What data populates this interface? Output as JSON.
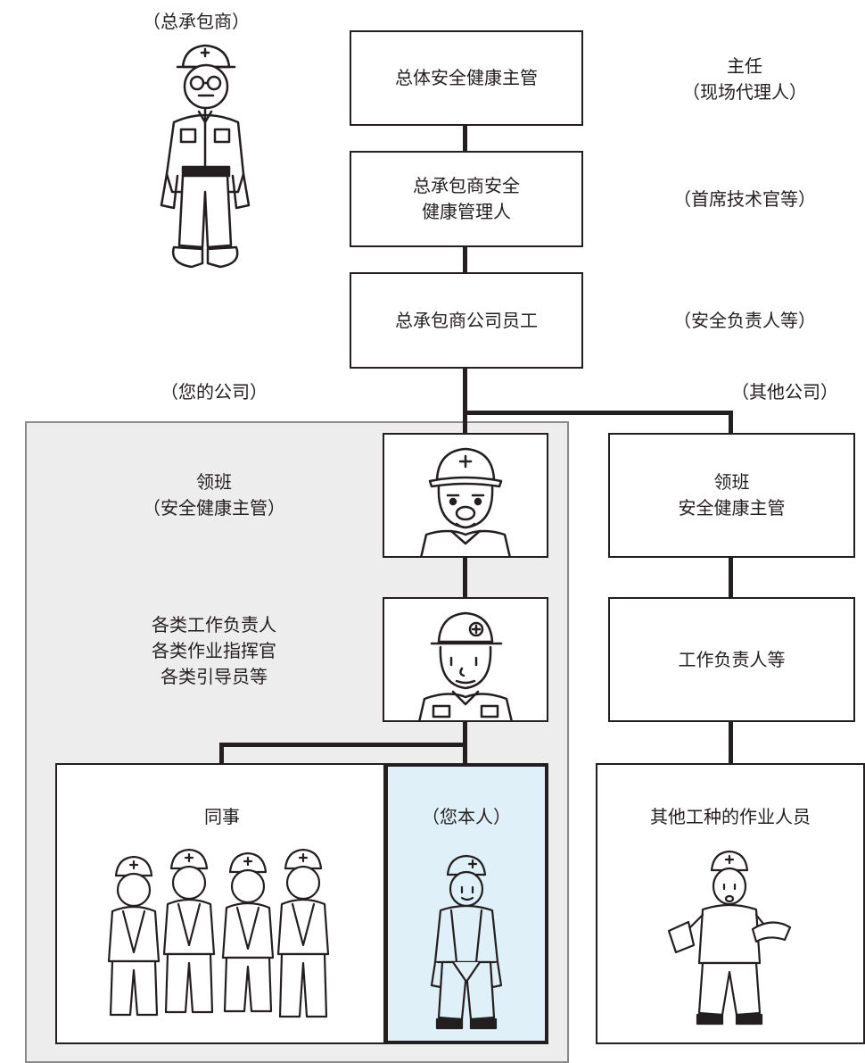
{
  "colors": {
    "line": "#231f20",
    "own_company_bg": "#ededed",
    "self_highlight": "#dff0f9"
  },
  "labels": {
    "general_contractor": "（总承包商）",
    "your_company": "（您的公司）",
    "other_company": "（其他公司）"
  },
  "hierarchy": {
    "top": {
      "text": "总体安全健康主管",
      "side": "主任\n（现场代理人）"
    },
    "manager": {
      "text": "总承包商安全\n健康管理人",
      "side": "（首席技术官等）"
    },
    "staff": {
      "text": "总承包商公司员工",
      "side": "（安全负责人等）"
    }
  },
  "own_company": {
    "foreman": "领班\n（安全健康主管）",
    "leaders": "各类工作负责人\n各类作业指挥官\n各类引导员等",
    "coworkers": "同事",
    "you": "（您本人）"
  },
  "other_company_branch": {
    "foreman": "领班\n安全健康主管",
    "leader": "工作负责人等",
    "workers": "其他工种的作业人员"
  },
  "icons": {
    "contractor_figure": "worker-standing-icon",
    "foreman_portrait": "foreman-portrait-icon",
    "leader_portrait": "leader-portrait-icon",
    "coworkers_group": "worker-group-icon",
    "you_figure": "worker-harness-icon",
    "other_worker": "worker-reading-icon"
  }
}
